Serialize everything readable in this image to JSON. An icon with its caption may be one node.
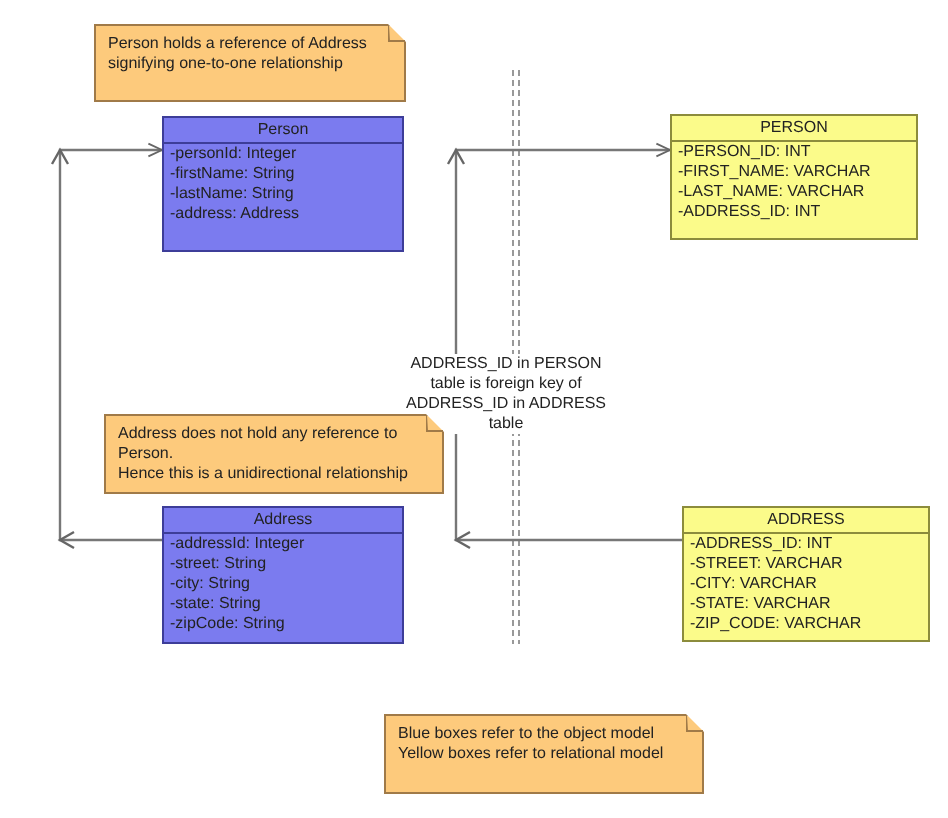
{
  "diagram": {
    "nodes": [
      {
        "text": [
          "Person holds a reference of Address signifying one-to-one relationship"
        ]
      },
      {
        "text": [
          "Person",
          "-personId: Integer",
          "-firstName: String",
          "-lastName: String",
          "-address: Address"
        ]
      },
      {
        "text": [
          "Address does not hold any reference to Person.",
          "Hence this is a unidirectional relationship"
        ]
      },
      {
        "text": [
          "Address",
          "-addressId: Integer",
          "-street: String",
          "-city: String",
          "-state: String",
          "-zipCode: String"
        ]
      },
      {
        "text": [
          "PERSON",
          "-PERSON_ID: INT",
          "-FIRST_NAME: VARCHAR",
          "-LAST_NAME: VARCHAR",
          "-ADDRESS_ID: INT"
        ]
      },
      {
        "text": [
          "ADDRESS",
          "-ADDRESS_ID: INT",
          "-STREET: VARCHAR",
          "-CITY: VARCHAR",
          "-STATE: VARCHAR",
          "-ZIP_CODE: VARCHAR"
        ]
      },
      {
        "text": [
          "Blue boxes refer to the object model",
          "Yellow boxes refer to relational model"
        ]
      }
    ],
    "edges": [
      {
        "from": 3,
        "to": 1,
        "arrow": "to"
      },
      {
        "from": 5,
        "to": 4,
        "arrow": "to"
      }
    ],
    "labels": [
      "ADDRESS_ID in PERSON table is foreign key of ADDRESS_ID in ADDRESS table"
    ]
  }
}
